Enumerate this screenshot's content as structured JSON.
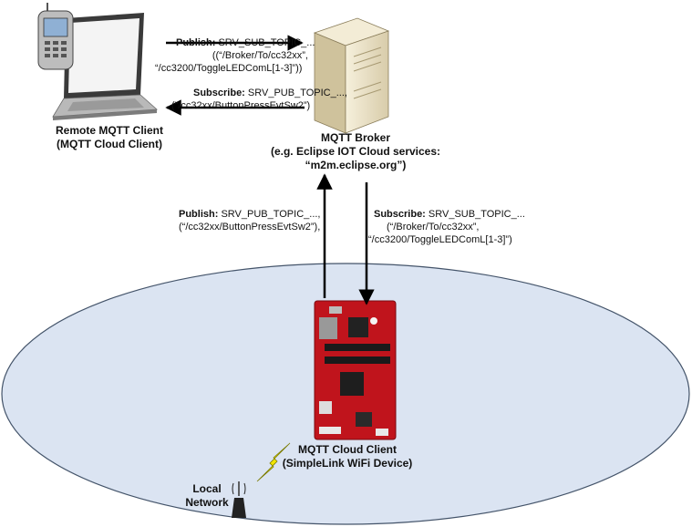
{
  "nodes": {
    "remote_client": {
      "title": "Remote MQTT Client",
      "subtitle": "(MQTT Cloud Client)"
    },
    "broker": {
      "title": "MQTT Broker",
      "subtitle": "(e.g. Eclipse IOT Cloud services:",
      "host": "“m2m.eclipse.org”)"
    },
    "device": {
      "title": "MQTT Cloud Client",
      "subtitle": "(SimpleLink WiFi Device)"
    },
    "local_network": {
      "line1": "Local",
      "line2": "Network"
    }
  },
  "edges": {
    "client_publish": {
      "keyword": "Publish:",
      "text": "SRV_SUB_TOPIC_...",
      "line2": "((“/Broker/To/cc32xx”,",
      "line3": "“/cc3200/ToggleLEDComL[1-3]”))"
    },
    "client_subscribe": {
      "keyword": "Subscribe:",
      "text": "SRV_PUB_TOPIC_...,",
      "line2": "(“/cc32xx/ButtonPressEvtSw2”)"
    },
    "device_publish": {
      "keyword": "Publish:",
      "text": "SRV_PUB_TOPIC_...,",
      "line2": "(“/cc32xx/ButtonPressEvtSw2”),"
    },
    "device_subscribe": {
      "keyword": "Subscribe:",
      "text": "SRV_SUB_TOPIC_...",
      "line2": "(“/Broker/To/cc32xx”,",
      "line3": "“/cc3200/ToggleLEDComL[1-3]”)"
    }
  },
  "colors": {
    "ellipse_fill": "#dbe4f2",
    "ellipse_stroke": "#44546a",
    "board_red": "#c0141c",
    "lightning": "#f2e600",
    "server": "#ece3c8"
  },
  "icons": [
    "laptop-icon",
    "phone-icon",
    "server-icon",
    "board-icon",
    "lightning-icon",
    "antenna-icon"
  ]
}
